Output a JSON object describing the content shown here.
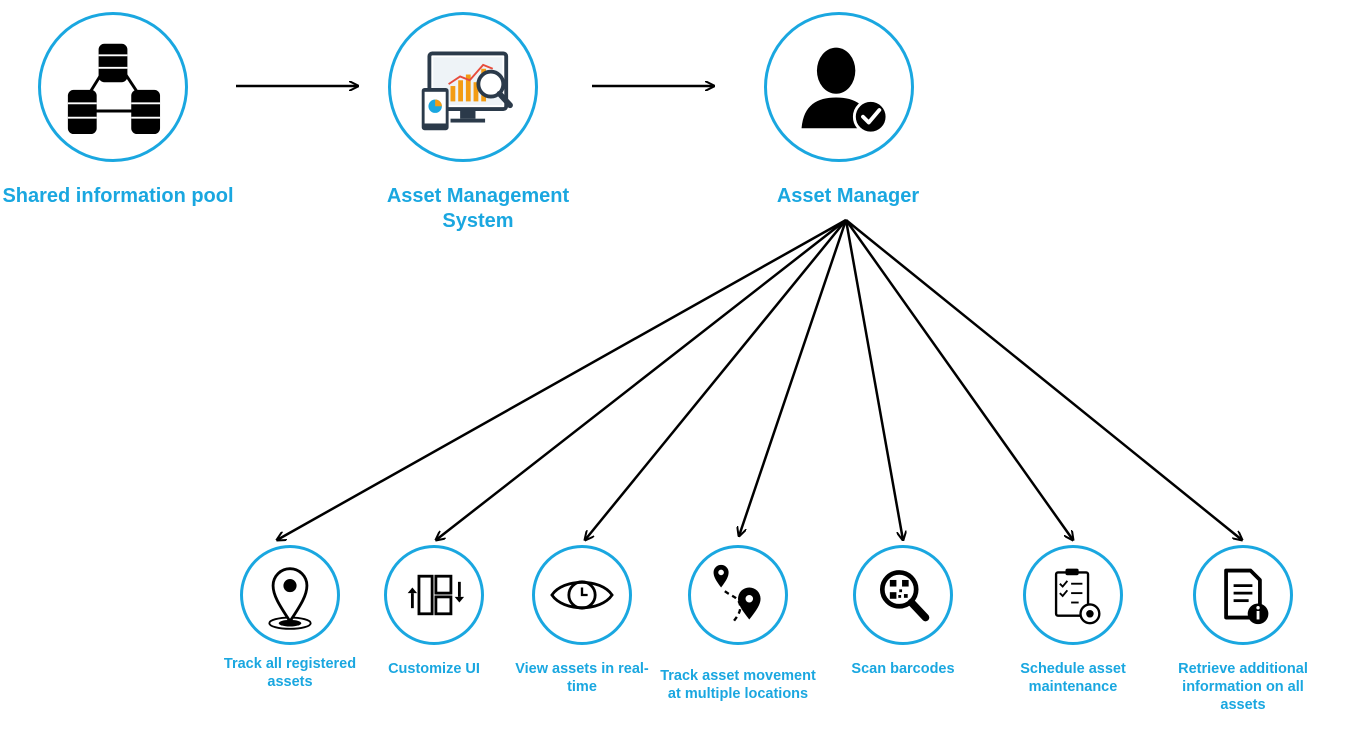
{
  "nodes": {
    "pool": {
      "label": "Shared information pool",
      "icon": "database-network-icon"
    },
    "system": {
      "label": "Asset Management System",
      "icon": "analytics-dashboard-icon"
    },
    "manager": {
      "label": "Asset Manager",
      "icon": "verified-user-icon"
    }
  },
  "features": [
    {
      "label": "Track all registered assets",
      "icon": "location-pin-icon"
    },
    {
      "label": "Customize UI",
      "icon": "layout-customize-icon"
    },
    {
      "label": "View assets in real-time",
      "icon": "eye-clock-icon"
    },
    {
      "label": "Track asset movement at multiple locations",
      "icon": "route-pin-icon"
    },
    {
      "label": "Scan barcodes",
      "icon": "qr-search-icon"
    },
    {
      "label": "Schedule asset maintenance",
      "icon": "checklist-gear-icon"
    },
    {
      "label": "Retrieve additional information on all assets",
      "icon": "document-info-icon"
    }
  ],
  "colors": {
    "accent": "#1aa7e0",
    "line": "#000000",
    "highlight": "#f39c12"
  }
}
